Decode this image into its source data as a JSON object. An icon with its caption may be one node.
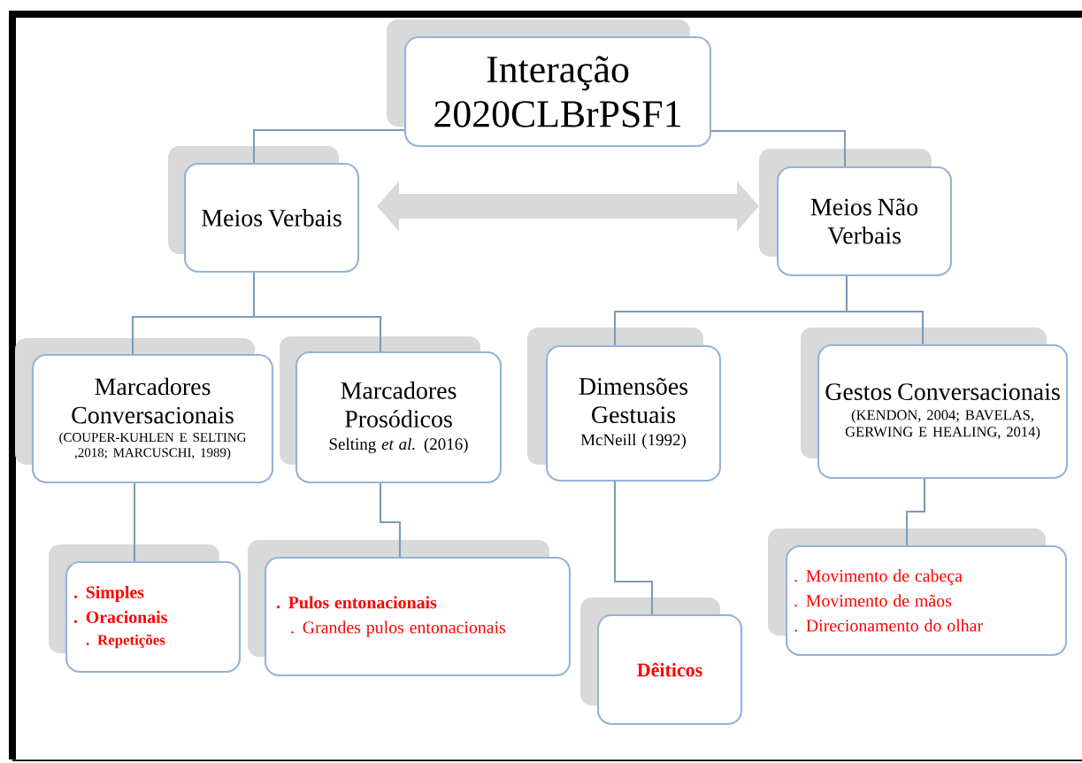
{
  "diagram": {
    "nodes": [
      {
        "text": [
          "Interação 2020CLBrPSF1"
        ]
      },
      {
        "text": [
          "Meios Verbais"
        ]
      },
      {
        "text": [
          "Meios Não Verbais"
        ]
      },
      {
        "text": [
          "Marcadores Conversacionais",
          "(COUPER-KUHLEN E SELTING ,2018; MARCUSCHI, 1989)"
        ]
      },
      {
        "text": [
          "Marcadores Prosódicos",
          "Selting *et al.* (2016)"
        ]
      },
      {
        "text": [
          "Dimensões Gestuais",
          "McNeill (1992)"
        ]
      },
      {
        "text": [
          "Gestos Conversacionais",
          "(KENDON, 2004; BAVELAS, GERWING E HEALING, 2014)"
        ]
      },
      {
        "text": [
          ". Simples",
          ". Oracionais",
          ". Repetições"
        ]
      },
      {
        "text": [
          ".  Pulos entonacionais",
          ". Grandes pulos entonacionais"
        ]
      },
      {
        "text": [
          "Dêiticos"
        ]
      },
      {
        "text": [
          ". Movimento de cabeça",
          ". Movimento de mãos",
          ". Direcionamento do olhar"
        ]
      }
    ],
    "edges": [
      {
        "from": 0,
        "to": 1,
        "arrow": "none"
      },
      {
        "from": 0,
        "to": 2,
        "arrow": "none"
      },
      {
        "from": 1,
        "to": 2,
        "arrow": "both",
        "style": "thick",
        "color": "#d9d9d9"
      },
      {
        "from": 1,
        "to": 3,
        "arrow": "none"
      },
      {
        "from": 1,
        "to": 4,
        "arrow": "none"
      },
      {
        "from": 2,
        "to": 5,
        "arrow": "none"
      },
      {
        "from": 2,
        "to": 6,
        "arrow": "none"
      },
      {
        "from": 3,
        "to": 7,
        "arrow": "none"
      },
      {
        "from": 4,
        "to": 8,
        "arrow": "none"
      },
      {
        "from": 5,
        "to": 9,
        "arrow": "none"
      },
      {
        "from": 6,
        "to": 10,
        "arrow": "none"
      }
    ]
  }
}
